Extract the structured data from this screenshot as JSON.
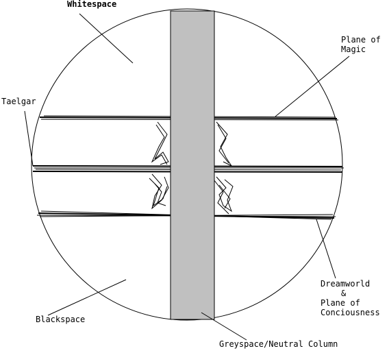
{
  "labels": {
    "whitespace": "Whitespace",
    "plane_of_magic_1": "Plane of",
    "plane_of_magic_2": "Magic",
    "taelgar": "Taelgar",
    "dreamworld_1": "Dreamworld",
    "dreamworld_2": "&",
    "dreamworld_3": "Plane of",
    "dreamworld_4": "Conciousness",
    "blackspace": "Blackspace",
    "greyspace": "Greyspace/Neutral Column"
  },
  "colors": {
    "column_fill": "#c0c0c0",
    "stroke": "#000000",
    "background": "#ffffff"
  }
}
